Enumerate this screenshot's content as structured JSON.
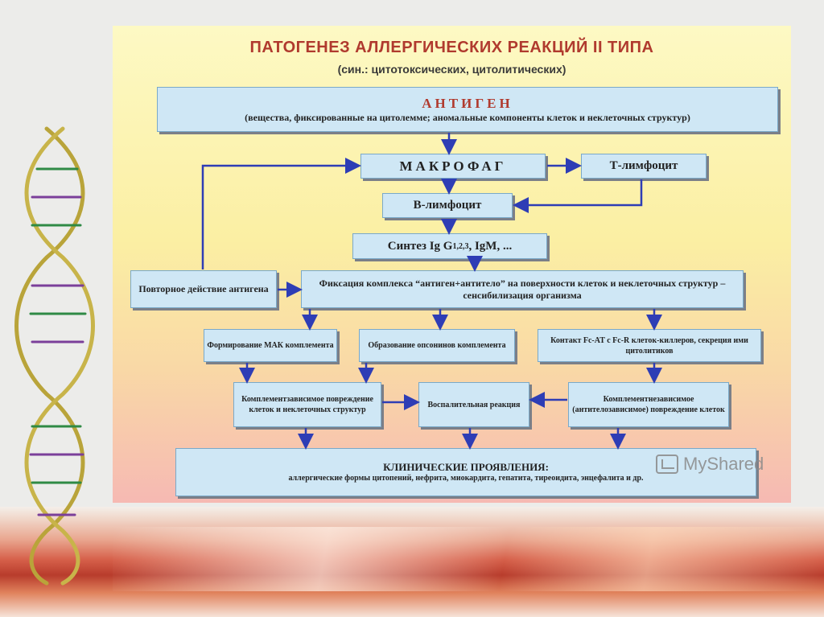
{
  "slide": {
    "title": "ПАТОГЕНЕЗ АЛЛЕРГИЧЕСКИХ РЕАКЦИЙ II ТИПА",
    "subtitle": "(син.: цитотоксических, цитолитических)"
  },
  "diagram": {
    "antigen": {
      "title": "АНТИГЕН",
      "text": "(вещества, фиксированные на цитолемме; аномальные компоненты клеток и неклеточных структур)"
    },
    "macrophage": "МАКРОФАГ",
    "t_lymphocyte": "Т-лимфоцит",
    "b_lymphocyte": "В-лимфоцит",
    "synthesis": {
      "prefix": "Синтез Ig G",
      "sub": "1,2,3",
      "suffix": ", IgM, ..."
    },
    "repeat": "Повторное действие антигена",
    "fixation": "Фиксация комплекса “антиген+антитело” на поверхности клеток и неклеточных структур – сенсибилизация организма",
    "mac": "Формирование МАК комплемента",
    "opsonins": "Образование опсонинов комплемента",
    "contact": "Контакт Fc-AT с Fc-R клеток-киллеров, секреция ими цитолитиков",
    "comp_dep": "Комплементзависимое повреждение клеток и неклеточных структур",
    "inflam": "Воспалительная реакция",
    "comp_indep": "Комплементнезависимое (антителозависимое) повреждение клеток",
    "clinical": {
      "title": "КЛИНИЧЕСКИЕ ПРОЯВЛЕНИЯ:",
      "text": "аллергические формы цитопений, нефрита, миокардита, гепатита, тиреоидита, энцефалита и др."
    }
  },
  "watermark": "MyShared",
  "colors": {
    "box": "#cfe7f5",
    "arrow": "#2e3db5",
    "title": "#b03a2e"
  }
}
